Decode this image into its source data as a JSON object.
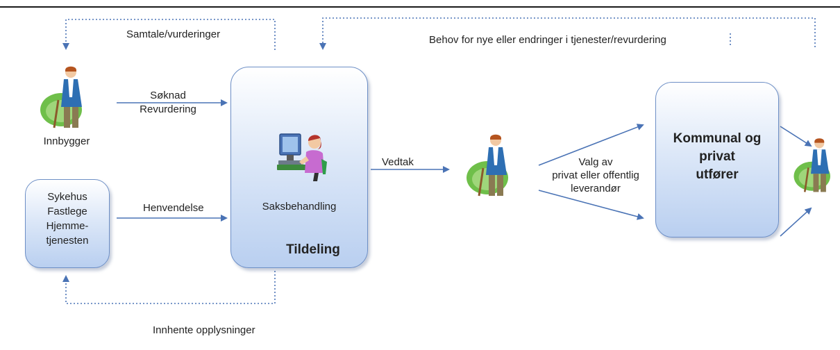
{
  "labels": {
    "samtale": "Samtale/vurderinger",
    "behov": "Behov for nye eller endringer i tjenester/revurdering",
    "soknad": "Søknad",
    "revurdering": "Revurdering",
    "innbygger": "Innbygger",
    "henvendelse": "Henvendelse",
    "vedtak": "Vedtak",
    "valg_line1": "Valg av",
    "valg_line2": "privat eller offentlig",
    "valg_line3": "leverandør",
    "innhente": "Innhente opplysninger"
  },
  "boxes": {
    "sources": [
      "Sykehus",
      "Fastlege",
      "Hjemme-",
      "tjenesten"
    ],
    "tildeling": {
      "subtitle": "Saksbehandling",
      "title": "Tildeling"
    },
    "utforer": [
      "Kommunal og",
      "privat",
      "utfører"
    ]
  },
  "colors": {
    "arrow": "#4a73b5",
    "box_border": "#6d8fc6",
    "box_fill": "#c9daf3"
  }
}
